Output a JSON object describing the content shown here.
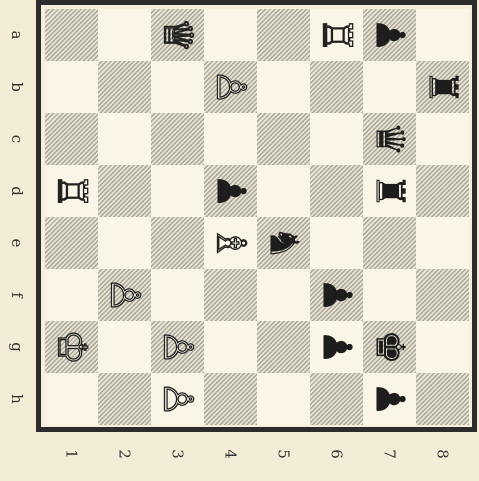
{
  "board": {
    "files": [
      "a",
      "b",
      "c",
      "d",
      "e",
      "f",
      "g",
      "h"
    ],
    "ranks": [
      "1",
      "2",
      "3",
      "4",
      "5",
      "6",
      "7",
      "8"
    ],
    "pieces": [
      {
        "square": "a3",
        "color": "white",
        "type": "queen"
      },
      {
        "square": "a6",
        "color": "white",
        "type": "rook"
      },
      {
        "square": "a7",
        "color": "black",
        "type": "pawn"
      },
      {
        "square": "b4",
        "color": "white",
        "type": "pawn"
      },
      {
        "square": "b8",
        "color": "black",
        "type": "rook"
      },
      {
        "square": "c7",
        "color": "black",
        "type": "queen"
      },
      {
        "square": "d1",
        "color": "white",
        "type": "rook"
      },
      {
        "square": "d4",
        "color": "black",
        "type": "pawn"
      },
      {
        "square": "d7",
        "color": "black",
        "type": "rook"
      },
      {
        "square": "e4",
        "color": "white",
        "type": "bishop"
      },
      {
        "square": "e5",
        "color": "black",
        "type": "knight"
      },
      {
        "square": "f2",
        "color": "white",
        "type": "pawn"
      },
      {
        "square": "f6",
        "color": "black",
        "type": "pawn"
      },
      {
        "square": "g1",
        "color": "white",
        "type": "king"
      },
      {
        "square": "g3",
        "color": "white",
        "type": "pawn"
      },
      {
        "square": "g6",
        "color": "black",
        "type": "pawn"
      },
      {
        "square": "g7",
        "color": "black",
        "type": "king"
      },
      {
        "square": "h3",
        "color": "white",
        "type": "pawn"
      },
      {
        "square": "h7",
        "color": "black",
        "type": "pawn"
      }
    ]
  }
}
